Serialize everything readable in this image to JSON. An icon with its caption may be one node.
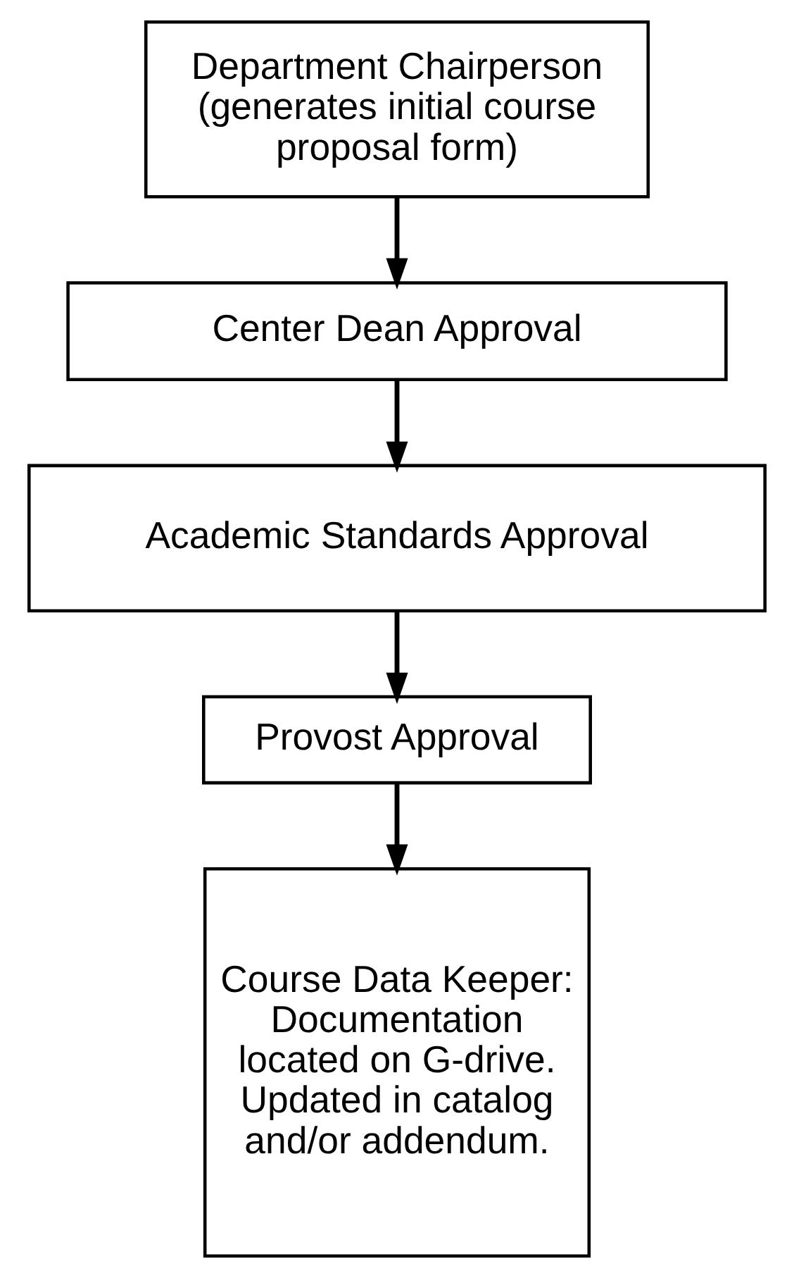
{
  "diagram": {
    "nodes": [
      {
        "text": [
          "Department Chairperson (generates initial course proposal form)"
        ]
      },
      {
        "text": [
          "Center Dean Approval"
        ]
      },
      {
        "text": [
          "Academic Standards Approval"
        ]
      },
      {
        "text": [
          "Provost Approval"
        ]
      },
      {
        "text": [
          "Course Data Keeper: Documentation located on G-drive. Updated in catalog and/or addendum."
        ]
      }
    ],
    "edges": [
      {
        "from": 0,
        "to": 1,
        "arrow": "to"
      },
      {
        "from": 1,
        "to": 2,
        "arrow": "to"
      },
      {
        "from": 2,
        "to": 3,
        "arrow": "to"
      },
      {
        "from": 3,
        "to": 4,
        "arrow": "to"
      }
    ]
  }
}
